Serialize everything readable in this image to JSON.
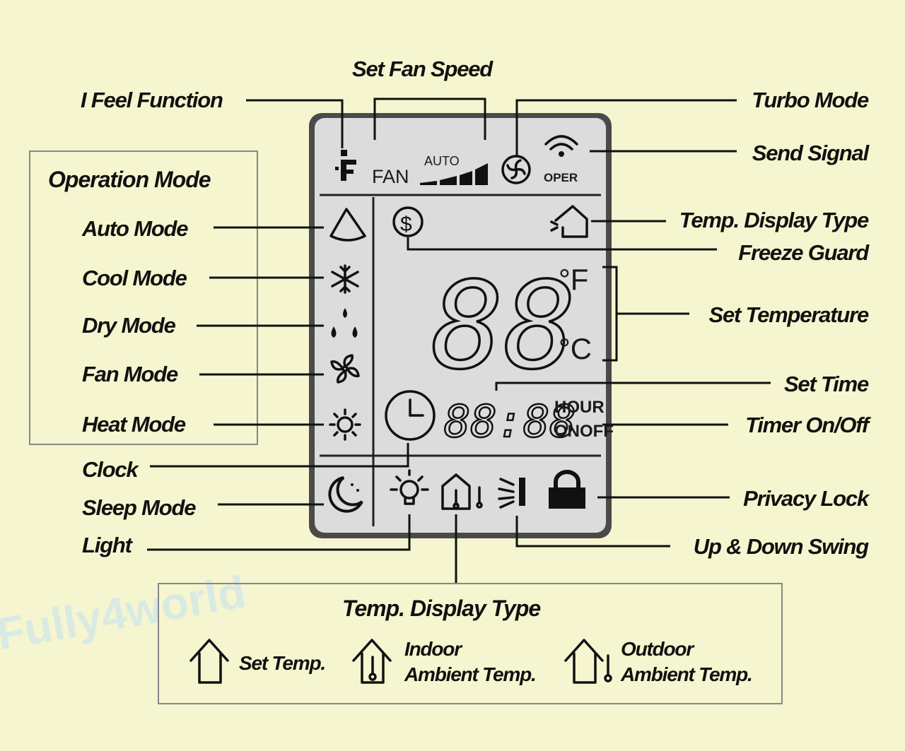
{
  "labels": {
    "set_fan_speed": "Set Fan Speed",
    "i_feel_function": "I Feel Function",
    "turbo_mode": "Turbo Mode",
    "send_signal": "Send Signal",
    "temp_display_type": "Temp. Display Type",
    "freeze_guard": "Freeze Guard",
    "set_temperature": "Set Temperature",
    "set_time": "Set Time",
    "timer_on_off": "Timer On/Off",
    "privacy_lock": "Privacy Lock",
    "up_down_swing": "Up & Down Swing",
    "clock": "Clock",
    "sleep_mode": "Sleep Mode",
    "light": "Light"
  },
  "operation_mode": {
    "title": "Operation Mode",
    "items": [
      "Auto Mode",
      "Cool Mode",
      "Dry Mode",
      "Fan Mode",
      "Heat Mode"
    ]
  },
  "lcd": {
    "fan_text": "FAN",
    "auto_text": "AUTO",
    "oper_text": "OPER",
    "temp_digits": "88",
    "unit_f": "°F",
    "unit_c": "°C",
    "time_digits": "88:88",
    "hour_text": "HOUR",
    "onoff_text": "ONOFF"
  },
  "legend": {
    "title": "Temp. Display Type",
    "set_temp": "Set Temp.",
    "indoor_line1": "Indoor",
    "indoor_line2": "Ambient Temp.",
    "outdoor_line1": "Outdoor",
    "outdoor_line2": "Ambient Temp."
  },
  "watermark": "Fully4world",
  "colors": {
    "background": "#f5f5cf",
    "lcd_face": "#dcdcdc",
    "lcd_bezel": "#4a4a4a",
    "ink": "#111111"
  }
}
